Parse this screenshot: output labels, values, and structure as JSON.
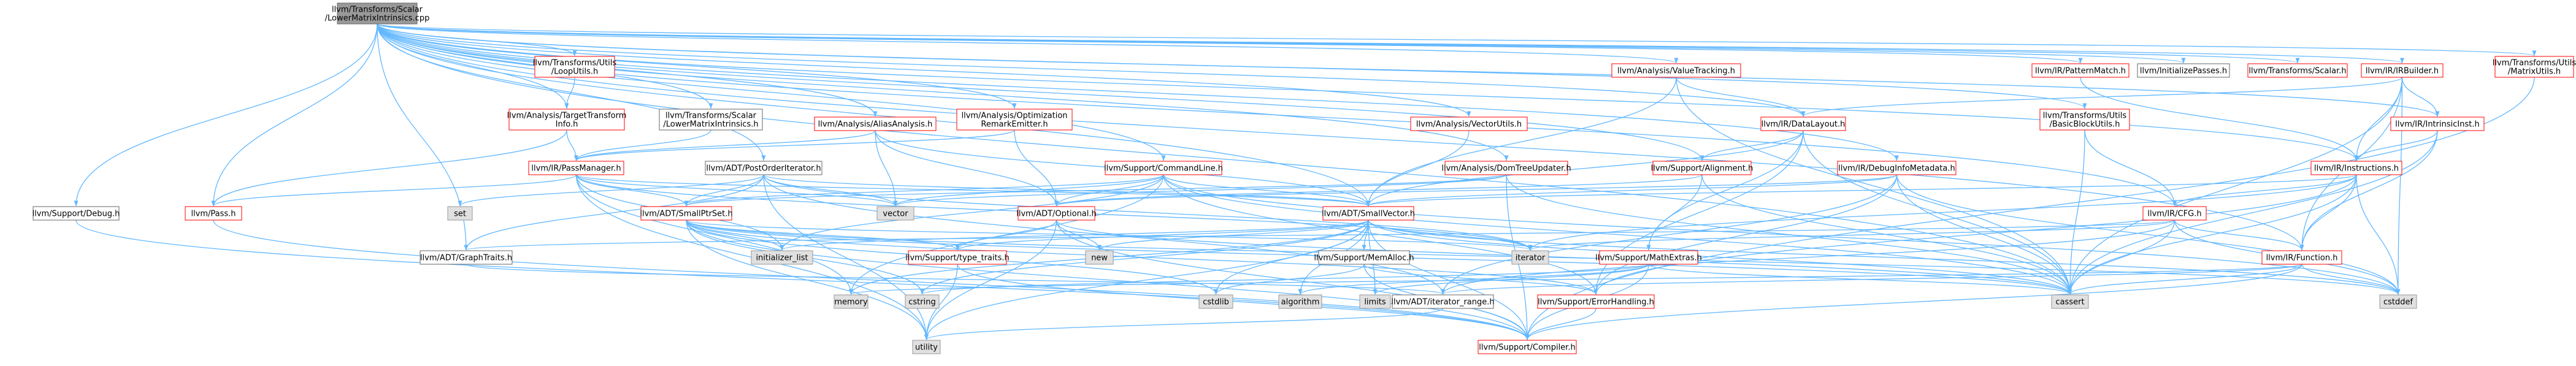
{
  "graph": {
    "root": "root",
    "colors": {
      "edge": "#63b8ff",
      "root_fill": "#999999",
      "root_border": "#666666",
      "link_border": "#ff0000",
      "link_fill": "#ffffff",
      "plain_border": "#666666",
      "plain_fill": "#ffffff",
      "std_fill": "#e0e0e0",
      "std_border": "#999999"
    },
    "nodes": [
      {
        "id": "root",
        "lines": [
          "llvm/Transforms/Scalar",
          "/LowerMatrixIntrinsics.cpp"
        ],
        "style": "root"
      },
      {
        "id": "loopUtils",
        "lines": [
          "llvm/Transforms/Utils",
          "/LoopUtils.h"
        ],
        "style": "link"
      },
      {
        "id": "tti",
        "lines": [
          "llvm/Analysis/TargetTransform",
          "Info.h"
        ],
        "style": "link"
      },
      {
        "id": "lmiH",
        "lines": [
          "llvm/Transforms/Scalar",
          "/LowerMatrixIntrinsics.h"
        ],
        "style": "plain"
      },
      {
        "id": "aa",
        "lines": [
          "llvm/Analysis/AliasAnalysis.h"
        ],
        "style": "link"
      },
      {
        "id": "ore",
        "lines": [
          "llvm/Analysis/Optimization",
          "RemarkEmitter.h"
        ],
        "style": "link"
      },
      {
        "id": "valueTracking",
        "lines": [
          "llvm/Analysis/ValueTracking.h"
        ],
        "style": "link"
      },
      {
        "id": "vectorUtils",
        "lines": [
          "llvm/Analysis/VectorUtils.h"
        ],
        "style": "link"
      },
      {
        "id": "patternMatch",
        "lines": [
          "llvm/IR/PatternMatch.h"
        ],
        "style": "link"
      },
      {
        "id": "initPasses",
        "lines": [
          "llvm/InitializePasses.h"
        ],
        "style": "plain"
      },
      {
        "id": "scalarH",
        "lines": [
          "llvm/Transforms/Scalar.h"
        ],
        "style": "link"
      },
      {
        "id": "irBuilder",
        "lines": [
          "llvm/IR/IRBuilder.h"
        ],
        "style": "link"
      },
      {
        "id": "matrixUtils",
        "lines": [
          "llvm/Transforms/Utils",
          "/MatrixUtils.h"
        ],
        "style": "link"
      },
      {
        "id": "passManager",
        "lines": [
          "llvm/IR/PassManager.h"
        ],
        "style": "link"
      },
      {
        "id": "postOrder",
        "lines": [
          "llvm/ADT/PostOrderIterator.h"
        ],
        "style": "plain"
      },
      {
        "id": "commandLine",
        "lines": [
          "llvm/Support/CommandLine.h"
        ],
        "style": "link"
      },
      {
        "id": "dataLayout",
        "lines": [
          "llvm/IR/DataLayout.h"
        ],
        "style": "link"
      },
      {
        "id": "bbUtils",
        "lines": [
          "llvm/Transforms/Utils",
          "/BasicBlockUtils.h"
        ],
        "style": "link"
      },
      {
        "id": "intrinsicInst",
        "lines": [
          "llvm/IR/IntrinsicInst.h"
        ],
        "style": "link"
      },
      {
        "id": "domTree",
        "lines": [
          "llvm/Analysis/DomTreeUpdater.h"
        ],
        "style": "link"
      },
      {
        "id": "alignment",
        "lines": [
          "llvm/Support/Alignment.h"
        ],
        "style": "link"
      },
      {
        "id": "debugInfoMeta",
        "lines": [
          "llvm/IR/DebugInfoMetadata.h"
        ],
        "style": "link"
      },
      {
        "id": "instructions",
        "lines": [
          "llvm/IR/Instructions.h"
        ],
        "style": "link"
      },
      {
        "id": "supportDebug",
        "lines": [
          "llvm/Support/Debug.h"
        ],
        "style": "plain"
      },
      {
        "id": "pass",
        "lines": [
          "llvm/Pass.h"
        ],
        "style": "link"
      },
      {
        "id": "set",
        "lines": [
          "set"
        ],
        "style": "std"
      },
      {
        "id": "smallPtrSet",
        "lines": [
          "llvm/ADT/SmallPtrSet.h"
        ],
        "style": "link"
      },
      {
        "id": "vector",
        "lines": [
          "vector"
        ],
        "style": "std"
      },
      {
        "id": "optional",
        "lines": [
          "llvm/ADT/Optional.h"
        ],
        "style": "link"
      },
      {
        "id": "smallVector",
        "lines": [
          "llvm/ADT/SmallVector.h"
        ],
        "style": "link"
      },
      {
        "id": "cfg",
        "lines": [
          "llvm/IR/CFG.h"
        ],
        "style": "link"
      },
      {
        "id": "graphTraits",
        "lines": [
          "llvm/ADT/GraphTraits.h"
        ],
        "style": "plain"
      },
      {
        "id": "initList",
        "lines": [
          "initializer_list"
        ],
        "style": "std"
      },
      {
        "id": "new",
        "lines": [
          "new"
        ],
        "style": "std"
      },
      {
        "id": "typeTraits",
        "lines": [
          "llvm/Support/type_traits.h"
        ],
        "style": "link"
      },
      {
        "id": "memAlloc",
        "lines": [
          "llvm/Support/MemAlloc.h"
        ],
        "style": "plain"
      },
      {
        "id": "iterator",
        "lines": [
          "iterator"
        ],
        "style": "std"
      },
      {
        "id": "mathExtras",
        "lines": [
          "llvm/Support/MathExtras.h"
        ],
        "style": "link"
      },
      {
        "id": "function",
        "lines": [
          "llvm/IR/Function.h"
        ],
        "style": "link"
      },
      {
        "id": "memory",
        "lines": [
          "memory"
        ],
        "style": "std"
      },
      {
        "id": "cstring",
        "lines": [
          "cstring"
        ],
        "style": "std"
      },
      {
        "id": "cstdlib",
        "lines": [
          "cstdlib"
        ],
        "style": "std"
      },
      {
        "id": "algorithm",
        "lines": [
          "algorithm"
        ],
        "style": "std"
      },
      {
        "id": "limits",
        "lines": [
          "limits"
        ],
        "style": "std"
      },
      {
        "id": "iterRange",
        "lines": [
          "llvm/ADT/iterator_range.h"
        ],
        "style": "plain"
      },
      {
        "id": "errorHandling",
        "lines": [
          "llvm/Support/ErrorHandling.h"
        ],
        "style": "link"
      },
      {
        "id": "cassert",
        "lines": [
          "cassert"
        ],
        "style": "std"
      },
      {
        "id": "cstddef",
        "lines": [
          "cstddef"
        ],
        "style": "std"
      },
      {
        "id": "utility",
        "lines": [
          "utility"
        ],
        "style": "std"
      },
      {
        "id": "compiler",
        "lines": [
          "llvm/Support/Compiler.h"
        ],
        "style": "link"
      }
    ],
    "edges": [
      [
        "root",
        "loopUtils"
      ],
      [
        "root",
        "tti"
      ],
      [
        "root",
        "lmiH"
      ],
      [
        "root",
        "aa"
      ],
      [
        "root",
        "ore"
      ],
      [
        "root",
        "valueTracking"
      ],
      [
        "root",
        "vectorUtils"
      ],
      [
        "root",
        "patternMatch"
      ],
      [
        "root",
        "initPasses"
      ],
      [
        "root",
        "scalarH"
      ],
      [
        "root",
        "irBuilder"
      ],
      [
        "root",
        "matrixUtils"
      ],
      [
        "root",
        "postOrder"
      ],
      [
        "root",
        "commandLine"
      ],
      [
        "root",
        "dataLayout"
      ],
      [
        "root",
        "bbUtils"
      ],
      [
        "root",
        "intrinsicInst"
      ],
      [
        "root",
        "domTree"
      ],
      [
        "root",
        "alignment"
      ],
      [
        "root",
        "debugInfoMeta"
      ],
      [
        "root",
        "instructions"
      ],
      [
        "root",
        "supportDebug"
      ],
      [
        "root",
        "pass"
      ],
      [
        "root",
        "smallVector"
      ],
      [
        "root",
        "cfg"
      ],
      [
        "root",
        "function"
      ],
      [
        "root",
        "graphTraits"
      ],
      [
        "root",
        "cassert"
      ],
      [
        "loopUtils",
        "tti"
      ],
      [
        "tti",
        "passManager"
      ],
      [
        "tti",
        "pass"
      ],
      [
        "lmiH",
        "passManager"
      ],
      [
        "aa",
        "passManager"
      ],
      [
        "aa",
        "optional"
      ],
      [
        "aa",
        "smallVector"
      ],
      [
        "aa",
        "vector"
      ],
      [
        "ore",
        "optional"
      ],
      [
        "ore",
        "passManager"
      ],
      [
        "valueTracking",
        "dataLayout"
      ],
      [
        "valueTracking",
        "smallVector"
      ],
      [
        "valueTracking",
        "cassert"
      ],
      [
        "vectorUtils",
        "smallVector"
      ],
      [
        "patternMatch",
        "instructions"
      ],
      [
        "irBuilder",
        "dataLayout"
      ],
      [
        "irBuilder",
        "intrinsicInst"
      ],
      [
        "irBuilder",
        "instructions"
      ],
      [
        "irBuilder",
        "function"
      ],
      [
        "irBuilder",
        "cassert"
      ],
      [
        "irBuilder",
        "cstddef"
      ],
      [
        "matrixUtils",
        "compiler"
      ],
      [
        "passManager",
        "smallPtrSet"
      ],
      [
        "passManager",
        "pass"
      ],
      [
        "passManager",
        "vector"
      ],
      [
        "passManager",
        "smallVector"
      ],
      [
        "passManager",
        "memory"
      ],
      [
        "passManager",
        "utility"
      ],
      [
        "passManager",
        "initList"
      ],
      [
        "passManager",
        "iterator"
      ],
      [
        "postOrder",
        "set"
      ],
      [
        "postOrder",
        "smallPtrSet"
      ],
      [
        "postOrder",
        "smallVector"
      ],
      [
        "postOrder",
        "graphTraits"
      ],
      [
        "postOrder",
        "vector"
      ],
      [
        "postOrder",
        "iterRange"
      ],
      [
        "postOrder",
        "iterator"
      ],
      [
        "postOrder",
        "utility"
      ],
      [
        "commandLine",
        "optional"
      ],
      [
        "commandLine",
        "smallPtrSet"
      ],
      [
        "commandLine",
        "smallVector"
      ],
      [
        "commandLine",
        "vector"
      ],
      [
        "commandLine",
        "errorHandling"
      ],
      [
        "commandLine",
        "cassert"
      ],
      [
        "commandLine",
        "initList"
      ],
      [
        "commandLine",
        "cstddef"
      ],
      [
        "commandLine",
        "memory"
      ],
      [
        "dataLayout",
        "alignment"
      ],
      [
        "dataLayout",
        "smallVector"
      ],
      [
        "dataLayout",
        "mathExtras"
      ],
      [
        "dataLayout",
        "errorHandling"
      ],
      [
        "dataLayout",
        "cassert"
      ],
      [
        "bbUtils",
        "cfg"
      ],
      [
        "bbUtils",
        "cassert"
      ],
      [
        "intrinsicInst",
        "instructions"
      ],
      [
        "intrinsicInst",
        "function"
      ],
      [
        "intrinsicInst",
        "cassert"
      ],
      [
        "domTree",
        "smallPtrSet"
      ],
      [
        "domTree",
        "compiler"
      ],
      [
        "domTree",
        "vector"
      ],
      [
        "domTree",
        "cassert"
      ],
      [
        "alignment",
        "mathExtras"
      ],
      [
        "alignment",
        "cassert"
      ],
      [
        "alignment",
        "optional"
      ],
      [
        "debugInfoMeta",
        "optional"
      ],
      [
        "debugInfoMeta",
        "smallVector"
      ],
      [
        "debugInfoMeta",
        "iterRange"
      ],
      [
        "debugInfoMeta",
        "errorHandling"
      ],
      [
        "debugInfoMeta",
        "cassert"
      ],
      [
        "debugInfoMeta",
        "cstddef"
      ],
      [
        "instructions",
        "cfg"
      ],
      [
        "instructions",
        "function"
      ],
      [
        "instructions",
        "smallVector"
      ],
      [
        "instructions",
        "iterator"
      ],
      [
        "instructions",
        "errorHandling"
      ],
      [
        "instructions",
        "cassert"
      ],
      [
        "instructions",
        "cstddef"
      ],
      [
        "supportDebug",
        "compiler"
      ],
      [
        "pass",
        "compiler"
      ],
      [
        "smallPtrSet",
        "errorHandling"
      ],
      [
        "smallPtrSet",
        "compiler"
      ],
      [
        "smallPtrSet",
        "typeTraits"
      ],
      [
        "smallPtrSet",
        "cassert"
      ],
      [
        "smallPtrSet",
        "cstddef"
      ],
      [
        "smallPtrSet",
        "cstdlib"
      ],
      [
        "smallPtrSet",
        "cstring"
      ],
      [
        "smallPtrSet",
        "initList"
      ],
      [
        "smallPtrSet",
        "iterator"
      ],
      [
        "smallPtrSet",
        "utility"
      ],
      [
        "optional",
        "compiler"
      ],
      [
        "optional",
        "typeTraits"
      ],
      [
        "optional",
        "cassert"
      ],
      [
        "optional",
        "new"
      ],
      [
        "optional",
        "utility"
      ],
      [
        "smallVector",
        "compiler"
      ],
      [
        "smallVector",
        "typeTraits"
      ],
      [
        "smallVector",
        "memAlloc"
      ],
      [
        "smallVector",
        "algorithm"
      ],
      [
        "smallVector",
        "cassert"
      ],
      [
        "smallVector",
        "cstddef"
      ],
      [
        "smallVector",
        "cstdlib"
      ],
      [
        "smallVector",
        "cstring"
      ],
      [
        "smallVector",
        "initList"
      ],
      [
        "smallVector",
        "iterator"
      ],
      [
        "smallVector",
        "limits"
      ],
      [
        "smallVector",
        "memory"
      ],
      [
        "smallVector",
        "new"
      ],
      [
        "smallVector",
        "utility"
      ],
      [
        "cfg",
        "graphTraits"
      ],
      [
        "cfg",
        "iterRange"
      ],
      [
        "cfg",
        "function"
      ],
      [
        "cfg",
        "iterator"
      ],
      [
        "cfg",
        "cassert"
      ],
      [
        "cfg",
        "cstddef"
      ],
      [
        "graphTraits",
        "iterRange"
      ],
      [
        "typeTraits",
        "utility"
      ],
      [
        "typeTraits",
        "compiler"
      ],
      [
        "memAlloc",
        "compiler"
      ],
      [
        "memAlloc",
        "errorHandling"
      ],
      [
        "memAlloc",
        "cstdlib"
      ],
      [
        "mathExtras",
        "compiler"
      ],
      [
        "mathExtras",
        "cassert"
      ],
      [
        "mathExtras",
        "limits"
      ],
      [
        "mathExtras",
        "algorithm"
      ],
      [
        "mathExtras",
        "cstring"
      ],
      [
        "function",
        "compiler"
      ],
      [
        "function",
        "cassert"
      ],
      [
        "function",
        "cstddef"
      ],
      [
        "function",
        "memory"
      ],
      [
        "function",
        "iterRange"
      ],
      [
        "iterRange",
        "utility"
      ],
      [
        "errorHandling",
        "compiler"
      ]
    ]
  }
}
